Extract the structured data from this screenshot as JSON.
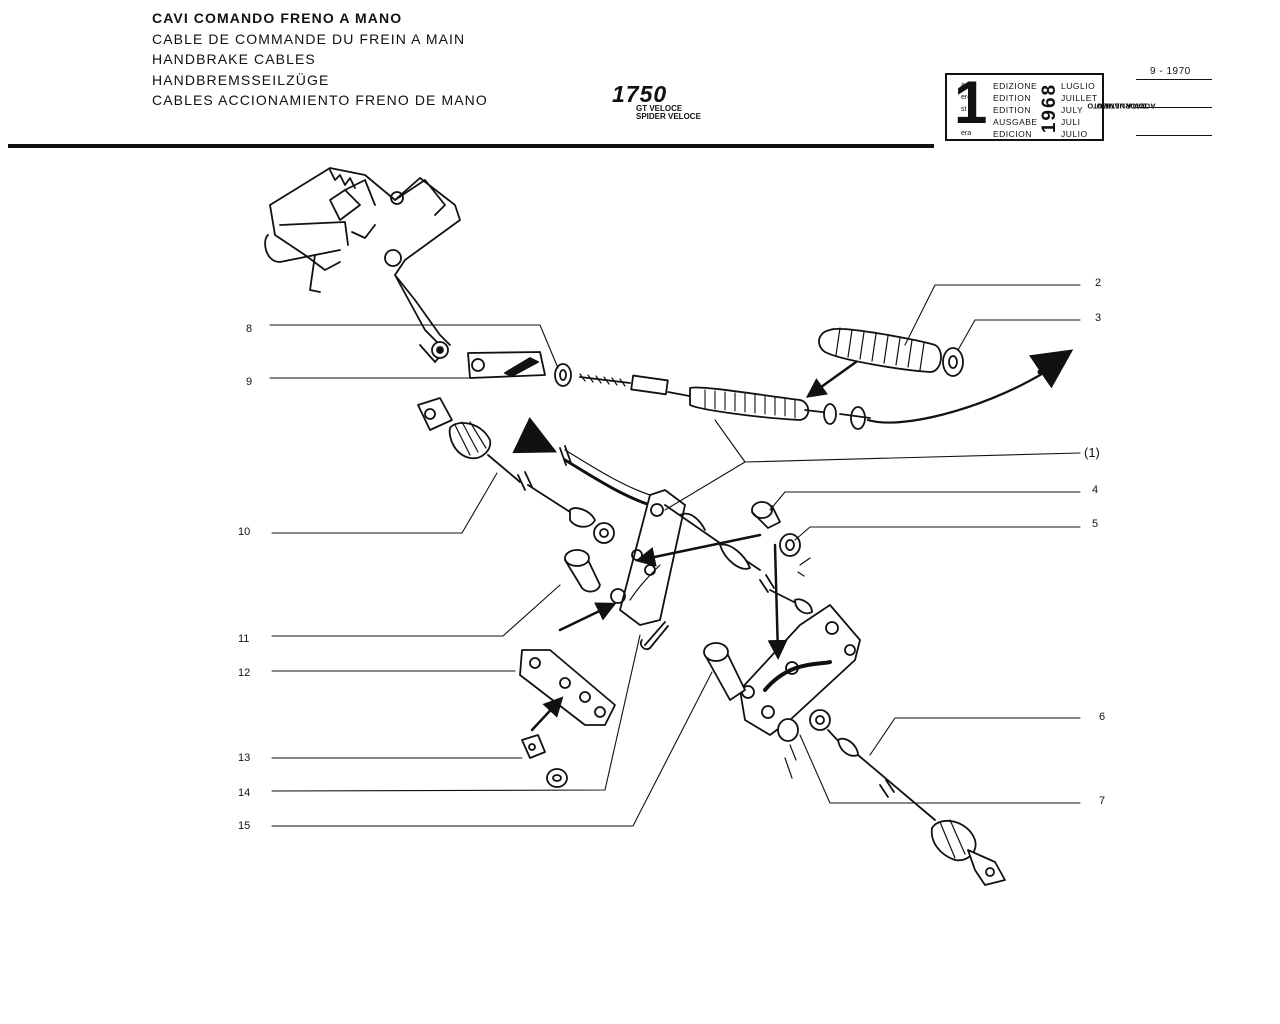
{
  "header": {
    "titles": [
      "CAVI COMANDO FRENO A MANO",
      "CABLE DE COMMANDE DU FREIN A MAIN",
      "HANDBRAKE CABLES",
      "HANDBREMSSEILZÜGE",
      "CABLES ACCIONAMIENTO FRENO DE MANO"
    ],
    "model": "1750",
    "variants": [
      "GT VELOCE",
      "SPIDER VELOCE"
    ]
  },
  "edition_box": {
    "number": "1",
    "suffixes": [
      "a",
      "ere",
      "st",
      ".",
      "era"
    ],
    "labels": [
      "EDIZIONE",
      "EDITION",
      "EDITION",
      "AUSGABE",
      "EDICION"
    ],
    "year": "1968",
    "months": [
      "LUGLIO",
      "JUILLET",
      "JULY",
      "JULI",
      "JULIO"
    ]
  },
  "last_update": {
    "label_line1": "DATA ULTIMO",
    "label_line2": "AGGIORNAMENTO",
    "date": "9 - 1970"
  },
  "callouts": {
    "c1": "(1)",
    "c2": "2",
    "c3": "3",
    "c4": "4",
    "c5": "5",
    "c6": "6",
    "c7": "7",
    "c8": "8",
    "c9": "9",
    "c10": "10",
    "c11": "11",
    "c12": "12",
    "c13": "13",
    "c14": "14",
    "c15": "15"
  }
}
